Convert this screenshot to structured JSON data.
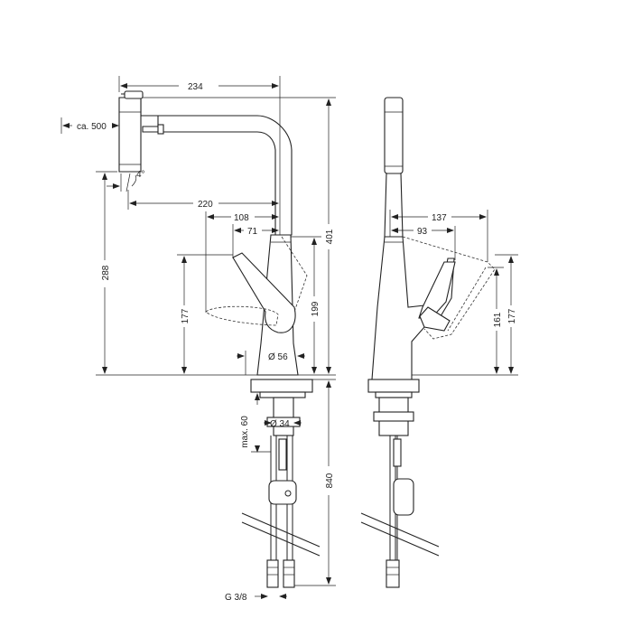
{
  "dimensions": {
    "d234": "234",
    "ca500": "ca. 500",
    "angle4": "4°",
    "d220": "220",
    "d108": "108",
    "d71": "71",
    "d288": "288",
    "d177_left": "177",
    "d199": "199",
    "d401": "401",
    "dia56": "Ø 56",
    "dia34": "Ø 34",
    "max60": "max. 60",
    "d840": "840",
    "g38": "G 3/8",
    "d137": "137",
    "d93": "93",
    "d161": "161",
    "d177_right": "177"
  }
}
